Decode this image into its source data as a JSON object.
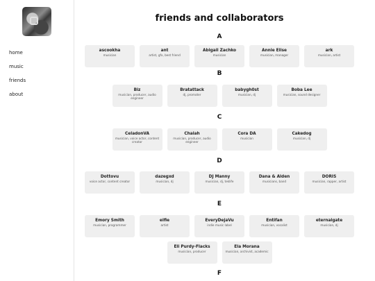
{
  "sidebar": {
    "nav": [
      "home",
      "music",
      "friends",
      "about"
    ]
  },
  "main": {
    "title": "friends and collaborators",
    "sections": [
      {
        "letter": "A",
        "rows": [
          [
            {
              "name": "ascookha",
              "role": "musician"
            },
            {
              "name": "ant",
              "role": "artist, gfx, best friend"
            },
            {
              "name": "Abigail Zachko",
              "role": "musician"
            },
            {
              "name": "Annie Elise",
              "role": "musician, manager"
            },
            {
              "name": "ark",
              "role": "musician, artist"
            }
          ]
        ]
      },
      {
        "letter": "B",
        "rows": [
          [
            {
              "name": "Biz",
              "role": "musician, producer, audio engineer"
            },
            {
              "name": "Bratattack",
              "role": "dj, promoter"
            },
            {
              "name": "babygh0st",
              "role": "musician, dj"
            },
            {
              "name": "Boba Lee",
              "role": "musician, sound designer"
            }
          ]
        ]
      },
      {
        "letter": "C",
        "rows": [
          [
            {
              "name": "CeladonVA",
              "role": "musician, voice actor, content creator"
            },
            {
              "name": "Chaiah",
              "role": "musician, producer, audio engineer"
            },
            {
              "name": "Cora DA",
              "role": "musician"
            },
            {
              "name": "Cakedog",
              "role": "musician, dj"
            }
          ]
        ]
      },
      {
        "letter": "D",
        "rows": [
          [
            {
              "name": "Dottovu",
              "role": "voice actor, content creator"
            },
            {
              "name": "dazegxd",
              "role": "musician, dj"
            },
            {
              "name": "DJ Manny",
              "role": "musician, dj, teklife"
            },
            {
              "name": "Dana & Alden",
              "role": "musicians, band"
            },
            {
              "name": "DORIS",
              "role": "musician, rapper, artist"
            }
          ]
        ]
      },
      {
        "letter": "E",
        "rows": [
          [
            {
              "name": "Emory Smith",
              "role": "musician, programmer"
            },
            {
              "name": "elfie",
              "role": "artist"
            },
            {
              "name": "EveryDejaVu",
              "role": "indie music label"
            },
            {
              "name": "Entifan",
              "role": "musician, vocalist"
            },
            {
              "name": "eternalgate",
              "role": "musician, dj"
            }
          ],
          [
            {
              "name": "Eli Purdy-Flacks",
              "role": "musician, producer"
            },
            {
              "name": "Ela Morana",
              "role": "musician, archivist, academic"
            }
          ]
        ]
      },
      {
        "letter": "F",
        "rows": []
      }
    ]
  }
}
